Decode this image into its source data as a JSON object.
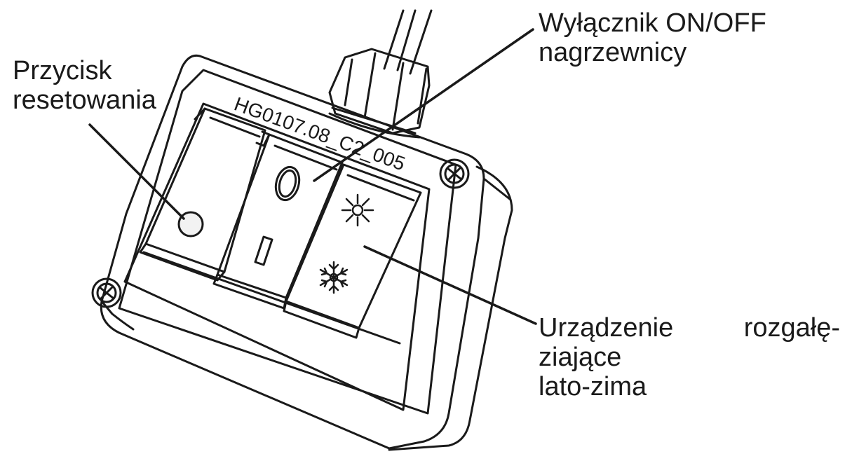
{
  "model_code": "HG0107.08_C2_005",
  "colors": {
    "stroke": "#1a1a1a",
    "background": "#ffffff",
    "indicator_fill": "#f2f2f2"
  },
  "icons": {
    "left_button": "reset-indicator-icon",
    "middle_top": "power-off-o-icon",
    "middle_bottom": "power-on-i-icon",
    "right_top": "sun-icon",
    "right_bottom": "snowflake-icon"
  },
  "labels": {
    "reset": {
      "line1": "Przycisk",
      "line2": "resetowania"
    },
    "onoff": {
      "line1": "Wyłącznik ON/OFF",
      "line2": "nagrzewnicy"
    },
    "summer_winter": {
      "line1": "Urządzenie rozgałę-",
      "line2": "ziające",
      "line3": "lato-zima"
    }
  }
}
